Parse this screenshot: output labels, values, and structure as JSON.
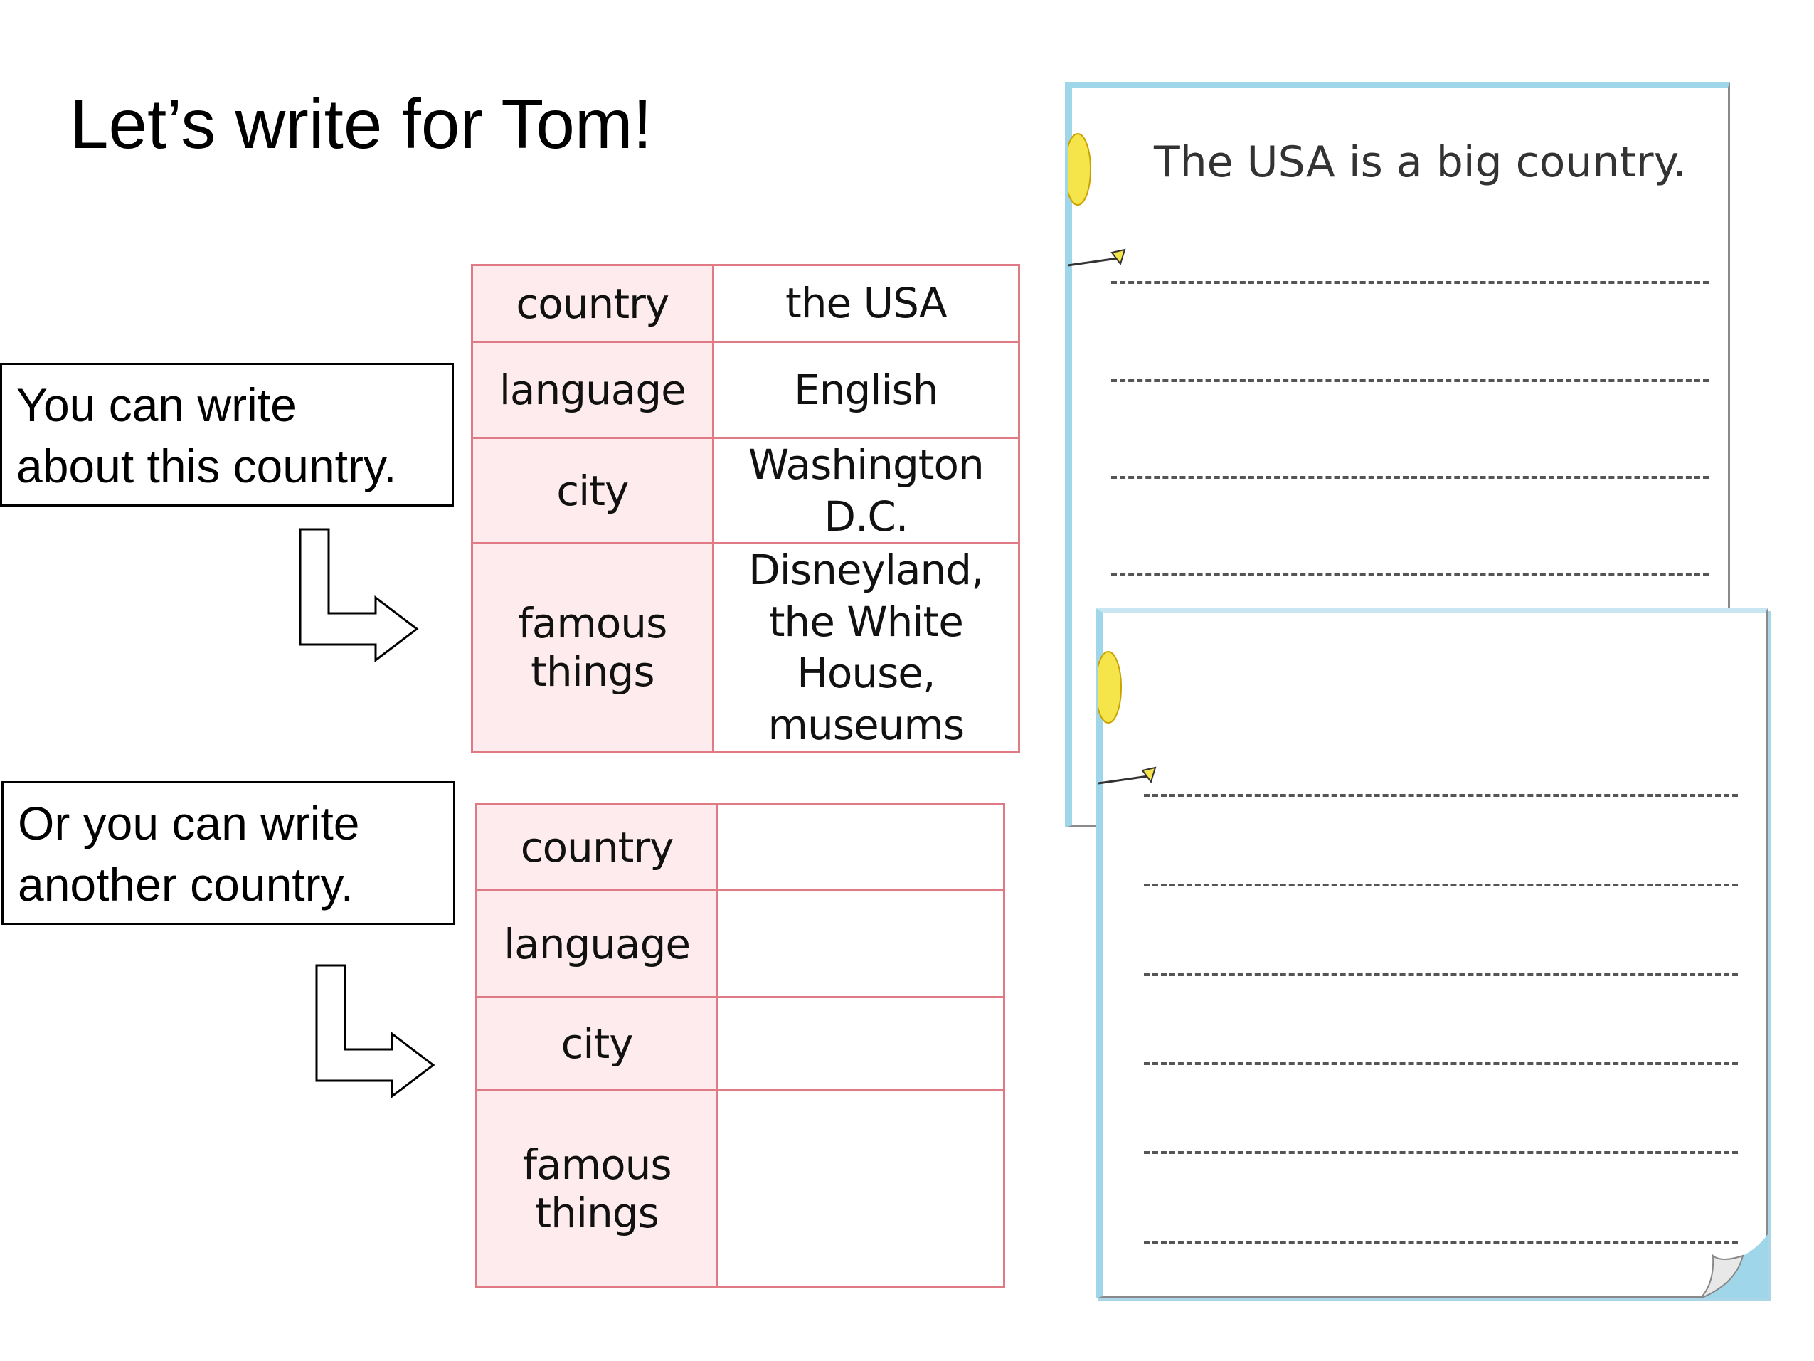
{
  "title": "Let’s write for Tom!",
  "notes": {
    "note1": {
      "line1": "You can write",
      "line2": "about this country."
    },
    "note2": {
      "line1": "Or you can write",
      "line2": "another country."
    }
  },
  "table_filled": {
    "rows": [
      {
        "key": "country",
        "value": [
          "the USA"
        ]
      },
      {
        "key": "language",
        "value": [
          "English"
        ]
      },
      {
        "key": "city",
        "value": [
          "Washington D.C."
        ]
      },
      {
        "key": "famous things",
        "value": [
          "Disneyland,",
          "the White House,",
          "museums"
        ]
      }
    ]
  },
  "table_blank": {
    "rows": [
      {
        "key": "country"
      },
      {
        "key": "language"
      },
      {
        "key": "city"
      },
      {
        "key": "famous things"
      }
    ]
  },
  "writing_sheet": {
    "first_line": "The USA is a big country."
  },
  "colors": {
    "table_border": "#e07a85",
    "key_cell_bg": "#fdebed",
    "sheet_edge": "#9fd6ea"
  }
}
